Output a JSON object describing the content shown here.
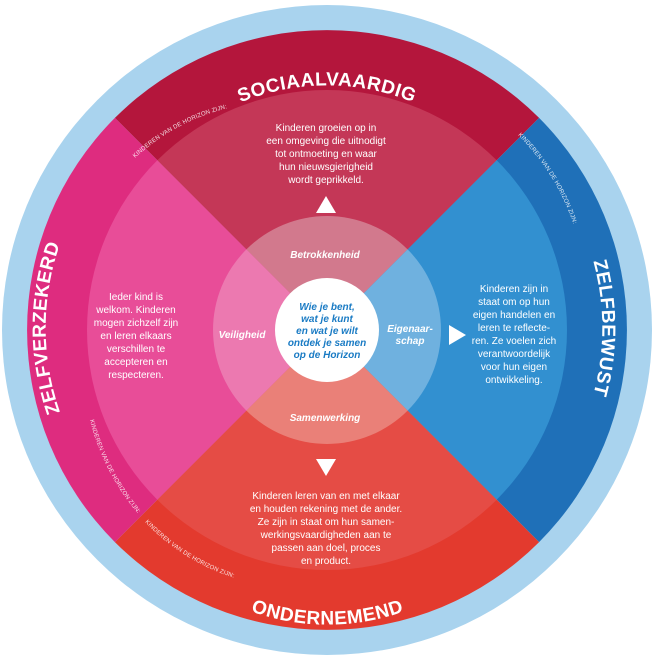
{
  "center": {
    "lines": [
      "Wie je bent,",
      "wat je kunt",
      "en wat je wilt",
      "ontdek je samen",
      "op de Horizon"
    ]
  },
  "segments": {
    "top": {
      "title": "SOCIAALVAARDIG",
      "subtitle": "KINDEREN VAN DE HORIZON ZIJN:",
      "label": "Betrokkenheid",
      "text": [
        "Kinderen groeien op in",
        "een omgeving die uitnodigt",
        "tot ontmoeting en waar",
        "hun nieuwsgierigheid",
        "wordt geprikkeld."
      ],
      "color": "#c43757",
      "ring_color": "#b4163c"
    },
    "right": {
      "title": "ZELFBEWUST",
      "subtitle": "KINDEREN VAN DE HORIZON ZIJN:",
      "label": [
        "Eigenaar-",
        "schap"
      ],
      "text": [
        "Kinderen zijn in",
        "staat om op hun",
        "eigen handelen en",
        "leren te reflecte-",
        "ren. Ze voelen zich",
        "verantwoordelijk",
        "voor hun eigen",
        "ontwikkeling."
      ],
      "color": "#3290d0",
      "ring_color": "#1f70b8"
    },
    "bottom": {
      "title": "ONDERNEMEND",
      "subtitle": "KINDEREN VAN DE HORIZON ZIJN:",
      "label": "Samenwerking",
      "text": [
        "Kinderen leren van en met elkaar",
        "en houden rekening met de ander.",
        "Ze zijn in staat om hun samen-",
        "werkingsvaardigheden aan te",
        "passen aan doel, proces",
        "en product."
      ],
      "color": "#e54c45",
      "ring_color": "#e33a2e"
    },
    "left": {
      "title": "ZELFVERZEKERD",
      "subtitle": "KINDEREN VAN DE HORIZON ZIJN:",
      "label": "Veiligheid",
      "text": [
        "Ieder kind is",
        "welkom. Kinderen",
        "mogen zichzelf zijn",
        "en leren elkaars",
        "verschillen te",
        "accepteren en",
        "respecteren."
      ],
      "color": "#e84d98",
      "ring_color": "#de2c7f"
    }
  },
  "colors": {
    "outer_halo": "#a9d3ee",
    "center_text": "#1a7bc4",
    "mid_top": "#d2798d",
    "mid_right": "#6fb1df",
    "mid_bottom": "#ea8078",
    "mid_left": "#ec79b0"
  }
}
